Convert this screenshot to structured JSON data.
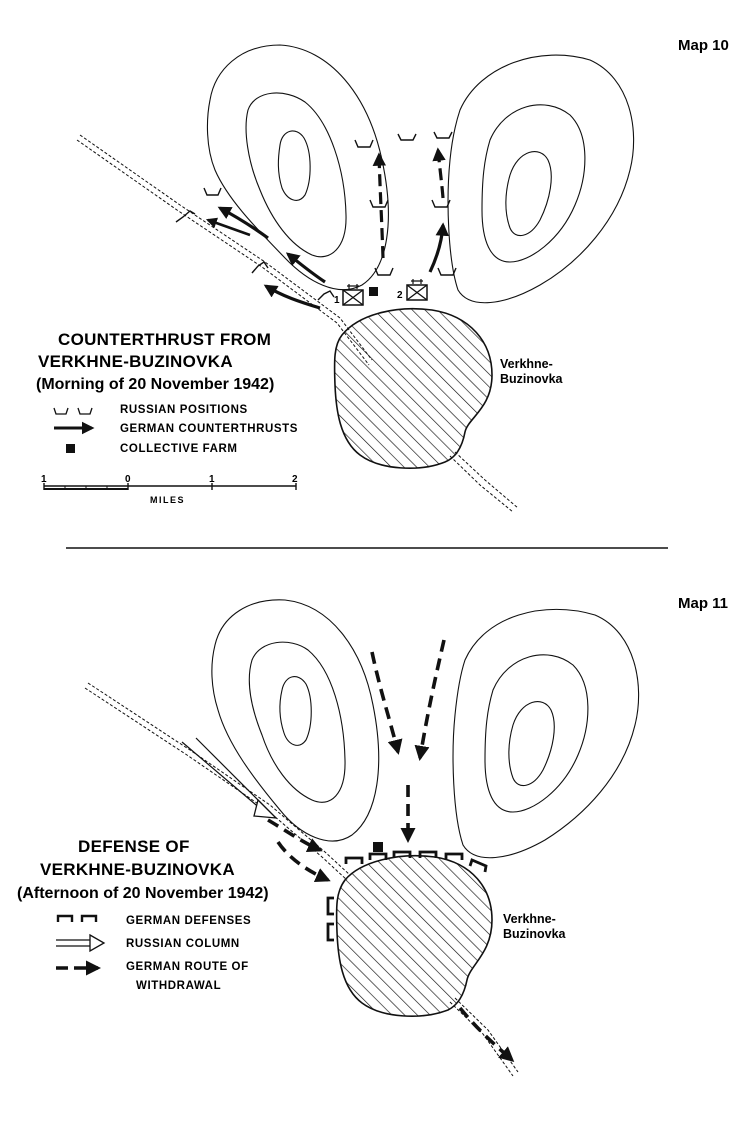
{
  "map10": {
    "label": "Map 10",
    "title_line1": "COUNTERTHRUST FROM",
    "title_line2": "VERKHNE-BUZINOVKA",
    "subtitle": "(Morning of 20 November 1942)",
    "town_line1": "Verkhne-",
    "town_line2": "Buzinovka",
    "unit_numbers": [
      "1",
      "2"
    ],
    "legend": [
      {
        "symbol": "russian-positions",
        "label": "RUSSIAN POSITIONS"
      },
      {
        "symbol": "german-counterthrust-arrow",
        "label": "GERMAN COUNTERTHRUSTS"
      },
      {
        "symbol": "collective-farm-square",
        "label": "COLLECTIVE FARM"
      }
    ],
    "scale": {
      "ticks": [
        "1",
        "0",
        "1",
        "2"
      ],
      "unit": "MILES"
    }
  },
  "map11": {
    "label": "Map 11",
    "title_line1": "DEFENSE OF",
    "title_line2": "VERKHNE-BUZINOVKA",
    "subtitle": "(Afternoon of 20 November 1942)",
    "town_line1": "Verkhne-",
    "town_line2": "Buzinovka",
    "legend": [
      {
        "symbol": "german-defenses",
        "label": "GERMAN DEFENSES"
      },
      {
        "symbol": "russian-column-arrow",
        "label": "RUSSIAN COLUMN"
      },
      {
        "symbol": "german-withdrawal-arrow",
        "label": "GERMAN ROUTE OF",
        "label2": "WITHDRAWAL"
      }
    ]
  },
  "colors": {
    "ink": "#111111",
    "paper": "#ffffff"
  }
}
